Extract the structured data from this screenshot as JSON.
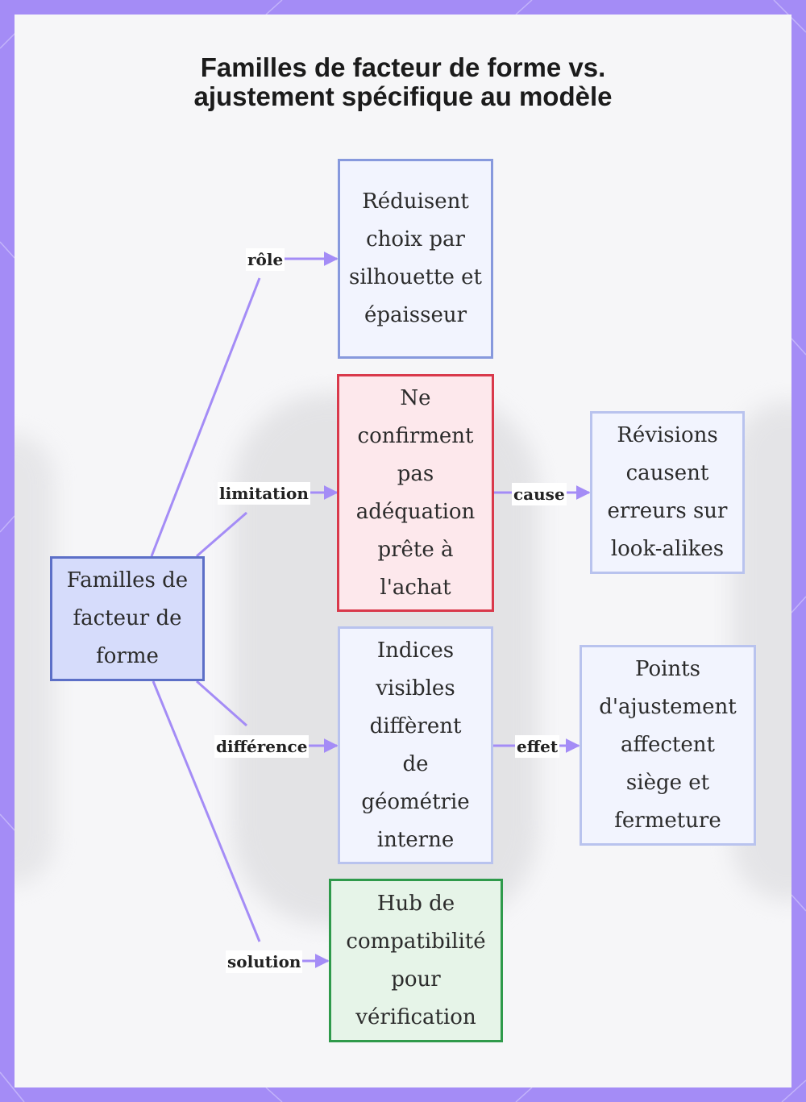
{
  "title_lines": [
    "Familles de facteur de forme vs.",
    "ajustement spécifique au modèle"
  ],
  "colors": {
    "frame": "#a48cf6",
    "edge": "#a48cf6",
    "root_fill": "#d6dcfb",
    "root_border": "#5c6fc7",
    "role_border": "#8799dd",
    "limit_fill": "#fde8ec",
    "limit_border": "#d9394b",
    "neutral_border": "#b9c3ee",
    "solution_fill": "#e6f4e8",
    "solution_border": "#2f9a4b"
  },
  "nodes": {
    "root": {
      "lines": [
        "Familles de",
        "facteur de",
        "forme"
      ]
    },
    "role": {
      "lines": [
        "Réduisent",
        "choix par",
        "silhouette et",
        "épaisseur"
      ]
    },
    "limitation": {
      "lines": [
        "Ne",
        "confirment",
        "pas",
        "adéquation",
        "prête à",
        "l'achat"
      ]
    },
    "cause": {
      "lines": [
        "Révisions",
        "causent",
        "erreurs sur",
        "look-alikes"
      ]
    },
    "difference": {
      "lines": [
        "Indices",
        "visibles",
        "diffèrent",
        "de",
        "géométrie",
        "interne"
      ]
    },
    "effect": {
      "lines": [
        "Points",
        "d'ajustement",
        "affectent",
        "siège et",
        "fermeture"
      ]
    },
    "solution": {
      "lines": [
        "Hub de",
        "compatibilité",
        "pour",
        "vérification"
      ]
    }
  },
  "edge_labels": {
    "role": "rôle",
    "limitation": "limitation",
    "cause": "cause",
    "difference": "différence",
    "effect": "effet",
    "solution": "solution"
  }
}
